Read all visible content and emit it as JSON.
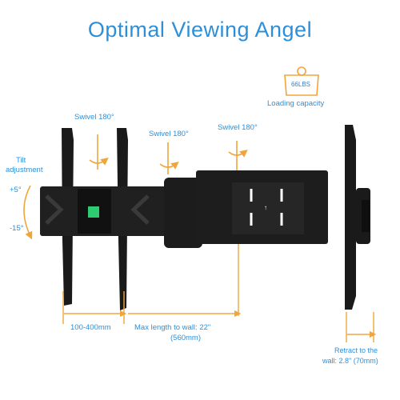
{
  "title": "Optimal Viewing Angel",
  "capacity": {
    "weight": "66LBS",
    "label": "Loading capacity"
  },
  "swivel_left": "Swivel 180°",
  "swivel_middle": "Swivel 180°",
  "swivel_right": "Swivel 180°",
  "tilt": {
    "line1": "Tilt",
    "line2": "adjustment",
    "up": "+5°",
    "down": "-15°"
  },
  "dimensions": {
    "vesa": "100-400mm",
    "max_length_line1": "Max length to wall: 22\"",
    "max_length_line2": "(560mm)",
    "retract_line1": "Retract to the",
    "retract_line2": "wall: 2.8\" (70mm)"
  },
  "colors": {
    "title": "#2d8fd8",
    "accent": "#f0a53c",
    "mount": "#1b1b1b"
  }
}
